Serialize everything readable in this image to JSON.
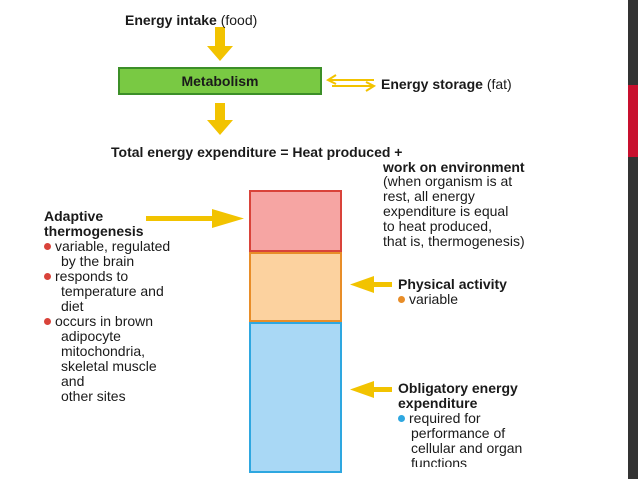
{
  "colors": {
    "arrow": "#f2c300",
    "metabolism_fill": "#79c943",
    "adaptive_fill": "#f6a5a3",
    "adaptive_border": "#d9433a",
    "physical_fill": "#fcd29f",
    "physical_border": "#e88d28",
    "obligatory_fill": "#a9d8f5",
    "obligatory_border": "#2ea7e0",
    "bullet_red": "#d9433a",
    "bullet_orange": "#e88d28",
    "bullet_blue": "#2ea7e0",
    "sidebar_dark": "#333333",
    "sidebar_red": "#c8102e"
  },
  "energy_intake": {
    "label": "Energy intake",
    "note": "(food)"
  },
  "metabolism": {
    "label": "Metabolism"
  },
  "energy_storage": {
    "label": "Energy storage",
    "note": "(fat)"
  },
  "total": {
    "label": "Total energy expenditure = Heat produced +",
    "line2": "work on environment",
    "note": [
      "(when organism is at",
      "rest, all energy",
      "expenditure is equal",
      "to heat produced,",
      "that is, thermogenesis)"
    ]
  },
  "adaptive": {
    "title": [
      "Adaptive",
      "thermogenesis"
    ],
    "bullets": [
      [
        "variable, regulated",
        "by the brain"
      ],
      [
        "responds to",
        "temperature and",
        "diet"
      ],
      [
        "occurs in brown",
        "adipocyte",
        "mitochondria,",
        "skeletal muscle",
        "and",
        "other sites"
      ]
    ]
  },
  "physical": {
    "title": "Physical activity",
    "bullets": [
      "variable"
    ]
  },
  "obligatory": {
    "title": [
      "Obligatory energy",
      "expenditure"
    ],
    "bullets": [
      [
        "required for",
        "performance of",
        "cellular and organ",
        "functions"
      ]
    ]
  }
}
